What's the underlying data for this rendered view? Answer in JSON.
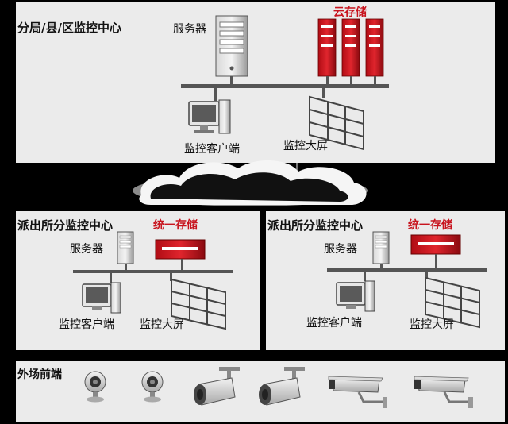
{
  "top": {
    "title": "分局/县/区监控中心",
    "server_label": "服务器",
    "cloud_storage_label": "云存储",
    "client_label": "监控客户端",
    "wall_label": "监控大屏"
  },
  "station_left": {
    "title": "派出所分监控中心",
    "storage_label": "统一存储",
    "server_label": "服务器",
    "client_label": "监控客户端",
    "wall_label": "监控大屏"
  },
  "station_right": {
    "title": "派出所分监控中心",
    "storage_label": "统一存储",
    "server_label": "服务器",
    "client_label": "监控客户端",
    "wall_label": "监控大屏"
  },
  "frontend": {
    "title": "外场前端",
    "devices": [
      "webcam-icon",
      "webcam-icon",
      "bullet-camera-icon",
      "bullet-camera-icon",
      "box-camera-icon",
      "box-camera-icon"
    ]
  },
  "colors": {
    "accent_red": "#c8141e",
    "panel_bg": "#ebebeb",
    "background": "#000000"
  }
}
